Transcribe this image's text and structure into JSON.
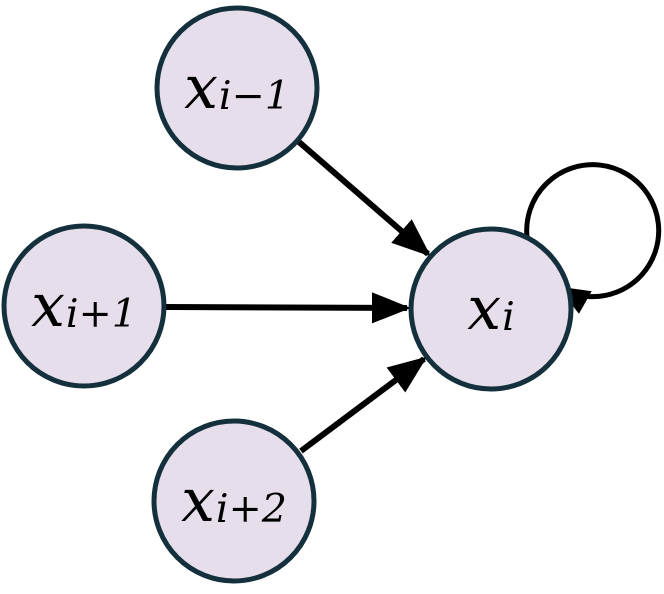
{
  "diagram": {
    "type": "directed-graph",
    "background": "#ffffff",
    "node_fill": "#e6deeb",
    "node_border": "#15303d",
    "edge_color": "#000000",
    "nodes": [
      {
        "id": "x_i-1",
        "base": "x",
        "sub": "i−1"
      },
      {
        "id": "x_i+1",
        "base": "x",
        "sub": "i+1"
      },
      {
        "id": "x_i+2",
        "base": "x",
        "sub": "i+2"
      },
      {
        "id": "x_i",
        "base": "x",
        "sub": "i"
      }
    ],
    "edges": [
      {
        "from": "x_i-1",
        "to": "x_i",
        "style": "arrow"
      },
      {
        "from": "x_i+1",
        "to": "x_i",
        "style": "arrow"
      },
      {
        "from": "x_i+2",
        "to": "x_i",
        "style": "arrow"
      },
      {
        "from": "x_i",
        "to": "x_i",
        "style": "self-loop-arrow"
      }
    ]
  }
}
